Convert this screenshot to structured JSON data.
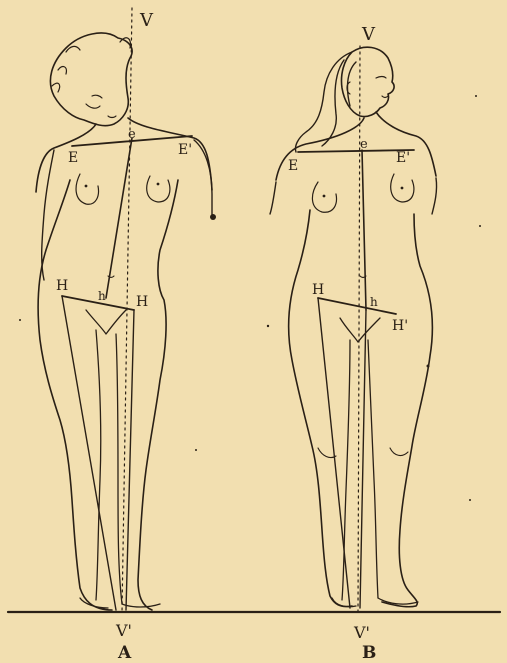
{
  "colors": {
    "paper": "#f2dfb0",
    "ink": "#2a2016"
  },
  "figures": [
    {
      "caption": "A",
      "top_mark": "V",
      "bottom_mark": "V'",
      "shoulder_left": "E",
      "shoulder_right": "E'",
      "neck_point": "e",
      "hip_left": "H",
      "hip_right": "H",
      "hip_mid": "h"
    },
    {
      "caption": "B",
      "top_mark": "V",
      "bottom_mark": "V'",
      "shoulder_left": "E",
      "shoulder_right": "E'",
      "neck_point": "e",
      "hip_left": "H",
      "hip_right": "H'",
      "hip_mid": "h"
    }
  ]
}
